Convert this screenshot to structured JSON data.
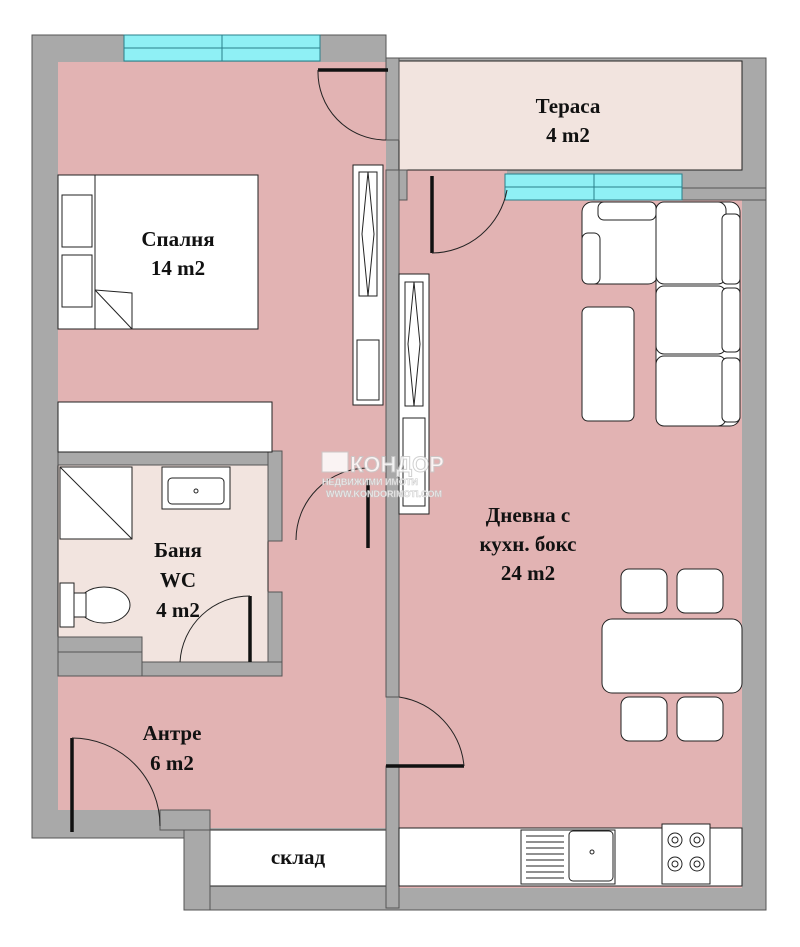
{
  "colors": {
    "wall": "#a9a9a9",
    "floor_main": "#e2b3b3",
    "floor_light": "#f2e4df",
    "window": "#8ff0f5",
    "furniture": "#ffffff",
    "outline": "#222222"
  },
  "rooms": {
    "terrace": {
      "name": "Тераса",
      "area": "4 m2"
    },
    "bedroom": {
      "name": "Спалня",
      "area": "14 m2"
    },
    "bathroom": {
      "name": "Баня",
      "name2": "WC",
      "area": "4 m2"
    },
    "living": {
      "name": "Дневна с",
      "name2": "кухн. бокс",
      "area": "24 m2"
    },
    "hall": {
      "name": "Антре",
      "area": "6 m2"
    },
    "storage": {
      "name": "склад"
    }
  },
  "watermark": {
    "brand": "КОНДОР",
    "tagline": "НЕДВИЖИМИ ИМОТИ",
    "url": "WWW.KONDORIMOTI.COM"
  }
}
